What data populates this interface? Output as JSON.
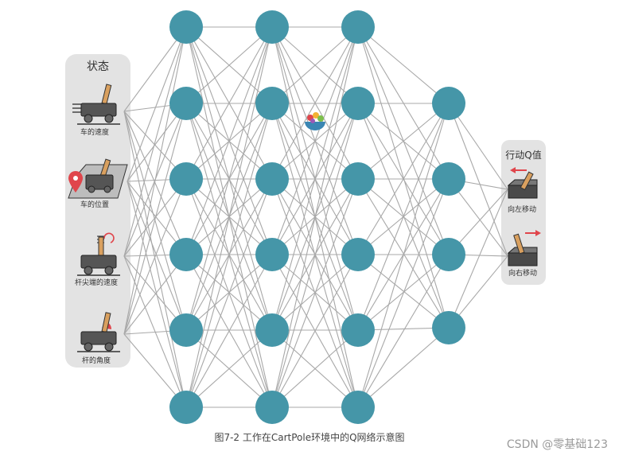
{
  "diagram": {
    "input_panel": {
      "title": "状态",
      "items": [
        {
          "label": "车的速度"
        },
        {
          "label": "车的位置"
        },
        {
          "label": "杆尖端的速度"
        },
        {
          "label": "杆的角度"
        }
      ]
    },
    "output_panel": {
      "title": "行动Q值",
      "items": [
        {
          "label": "向左移动"
        },
        {
          "label": "向右移动"
        }
      ]
    },
    "network": {
      "layer_sizes": [
        6,
        6,
        6,
        4
      ],
      "node_color": "#4596a8",
      "edge_color": "#a8a8a8"
    },
    "caption": "图7-2 工作在CartPole环境中的Q网络示意图",
    "watermark": "CSDN @零基础123"
  }
}
